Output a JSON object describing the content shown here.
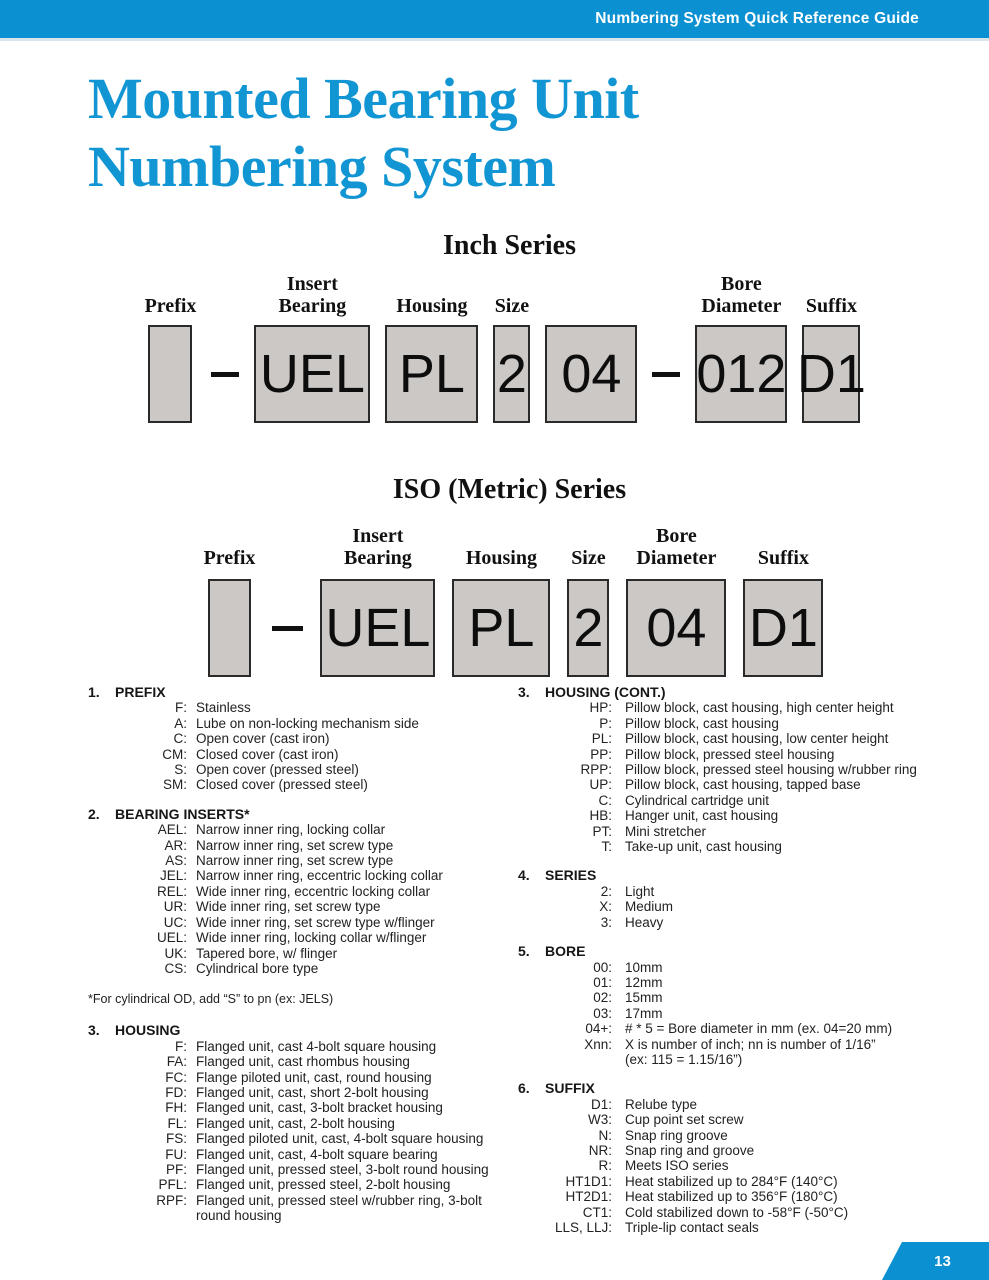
{
  "colors": {
    "accent": "#0b90d2",
    "box_fill": "#cbc8c6",
    "box_border": "#2a2a2a"
  },
  "header": {
    "bar_text": "Numbering System Quick Reference Guide"
  },
  "title": {
    "line1": "Mounted Bearing Unit",
    "line2": "Numbering System"
  },
  "inch": {
    "title": "Inch Series",
    "labels": {
      "prefix": "Prefix",
      "insert": "Insert\nBearing",
      "housing": "Housing",
      "size": "Size",
      "size2": "",
      "bore": "Bore\nDiameter",
      "suffix": "Suffix"
    },
    "values": {
      "prefix": "",
      "insert": "UEL",
      "housing": "PL",
      "size": "2",
      "size2": "04",
      "bore": "012",
      "suffix": "D1"
    }
  },
  "iso": {
    "title": "ISO (Metric) Series",
    "labels": {
      "prefix": "Prefix",
      "insert": "Insert\nBearing",
      "housing": "Housing",
      "size": "Size",
      "bore": "Bore\nDiameter",
      "suffix": "Suffix"
    },
    "values": {
      "prefix": "",
      "insert": "UEL",
      "housing": "PL",
      "size": "2",
      "bore": "04",
      "suffix": "D1"
    }
  },
  "left_sections": [
    {
      "num": "1.",
      "title": "PREFIX",
      "items": [
        {
          "code": "F:",
          "desc": "Stainless"
        },
        {
          "code": "A:",
          "desc": "Lube on non-locking mechanism side"
        },
        {
          "code": "C:",
          "desc": "Open cover (cast iron)"
        },
        {
          "code": "CM:",
          "desc": "Closed cover (cast iron)"
        },
        {
          "code": "S:",
          "desc": "Open cover (pressed steel)"
        },
        {
          "code": "SM:",
          "desc": "Closed cover (pressed steel)"
        }
      ]
    },
    {
      "num": "2.",
      "title": "BEARING INSERTS*",
      "items": [
        {
          "code": "AEL:",
          "desc": "Narrow inner ring, locking collar"
        },
        {
          "code": "AR:",
          "desc": "Narrow inner ring, set screw type"
        },
        {
          "code": "AS:",
          "desc": "Narrow inner ring, set screw type"
        },
        {
          "code": "JEL:",
          "desc": "Narrow inner ring, eccentric locking collar"
        },
        {
          "code": "REL:",
          "desc": "Wide inner ring, eccentric locking collar"
        },
        {
          "code": "UR:",
          "desc": "Wide inner ring, set screw type"
        },
        {
          "code": "UC:",
          "desc": "Wide inner ring, set screw type w/flinger"
        },
        {
          "code": "UEL:",
          "desc": "Wide inner ring, locking collar w/flinger"
        },
        {
          "code": "UK:",
          "desc": "Tapered bore, w/ flinger"
        },
        {
          "code": "CS:",
          "desc": "Cylindrical bore type"
        }
      ]
    },
    {
      "num": "3.",
      "title": "HOUSING",
      "items": [
        {
          "code": "F:",
          "desc": "Flanged unit, cast 4-bolt square housing"
        },
        {
          "code": "FA:",
          "desc": "Flanged unit, cast rhombus housing"
        },
        {
          "code": "FC:",
          "desc": "Flange piloted unit, cast, round housing"
        },
        {
          "code": "FD:",
          "desc": "Flanged unit, cast, short 2-bolt housing"
        },
        {
          "code": "FH:",
          "desc": "Flanged unit, cast, 3-bolt bracket housing"
        },
        {
          "code": "FL:",
          "desc": "Flanged unit, cast, 2-bolt housing"
        },
        {
          "code": "FS:",
          "desc": "Flanged piloted unit, cast, 4-bolt square housing"
        },
        {
          "code": "FU:",
          "desc": "Flanged unit, cast, 4-bolt square bearing"
        },
        {
          "code": "PF:",
          "desc": "Flanged unit, pressed steel, 3-bolt round housing"
        },
        {
          "code": "PFL:",
          "desc": "Flanged unit, pressed steel, 2-bolt housing"
        },
        {
          "code": "RPF:",
          "desc": "Flanged unit, pressed steel w/rubber ring, 3-bolt\nround housing"
        }
      ]
    }
  ],
  "footnote": "*For cylindrical OD, add “S” to pn (ex: JELS)",
  "right_sections": [
    {
      "num": "3.",
      "title": "HOUSING (CONT.)",
      "items": [
        {
          "code": "HP:",
          "desc": "Pillow block, cast housing, high center height"
        },
        {
          "code": "P:",
          "desc": "Pillow block, cast housing"
        },
        {
          "code": "PL:",
          "desc": "Pillow block, cast housing, low center height"
        },
        {
          "code": "PP:",
          "desc": "Pillow block, pressed steel housing"
        },
        {
          "code": "RPP:",
          "desc": "Pillow block, pressed steel housing w/rubber ring"
        },
        {
          "code": "UP:",
          "desc": "Pillow block, cast housing, tapped base"
        },
        {
          "code": "C:",
          "desc": "Cylindrical cartridge unit"
        },
        {
          "code": "HB:",
          "desc": "Hanger unit, cast housing"
        },
        {
          "code": "PT:",
          "desc": "Mini stretcher"
        },
        {
          "code": "T:",
          "desc": "Take-up unit, cast housing"
        }
      ]
    },
    {
      "num": "4.",
      "title": "SERIES",
      "items": [
        {
          "code": "2:",
          "desc": "Light"
        },
        {
          "code": "X:",
          "desc": "Medium"
        },
        {
          "code": "3:",
          "desc": "Heavy"
        }
      ]
    },
    {
      "num": "5.",
      "title": "BORE",
      "items": [
        {
          "code": "00:",
          "desc": "10mm"
        },
        {
          "code": "01:",
          "desc": "12mm"
        },
        {
          "code": "02:",
          "desc": "15mm"
        },
        {
          "code": "03:",
          "desc": "17mm"
        },
        {
          "code": "04+:",
          "desc": "# * 5 = Bore diameter in mm (ex. 04=20 mm)"
        },
        {
          "code": "Xnn:",
          "desc": "X is number of inch; nn is number of 1/16”\n(ex: 115 = 1.15/16”)"
        }
      ]
    },
    {
      "num": "6.",
      "title": "SUFFIX",
      "items": [
        {
          "code": "D1:",
          "desc": "Relube type"
        },
        {
          "code": "W3:",
          "desc": "Cup point set screw"
        },
        {
          "code": "N:",
          "desc": "Snap ring groove"
        },
        {
          "code": "NR:",
          "desc": "Snap ring and groove"
        },
        {
          "code": "R:",
          "desc": "Meets ISO series"
        },
        {
          "code": "HT1D1:",
          "desc": "Heat stabilized up to 284°F (140°C)"
        },
        {
          "code": "HT2D1:",
          "desc": "Heat stabilized up to 356°F (180°C)"
        },
        {
          "code": "CT1:",
          "desc": "Cold stabilized down to -58°F (-50°C)"
        },
        {
          "code": "LLS, LLJ:",
          "desc": "Triple-lip contact seals"
        }
      ]
    }
  ],
  "footer": {
    "page_number": "13"
  }
}
